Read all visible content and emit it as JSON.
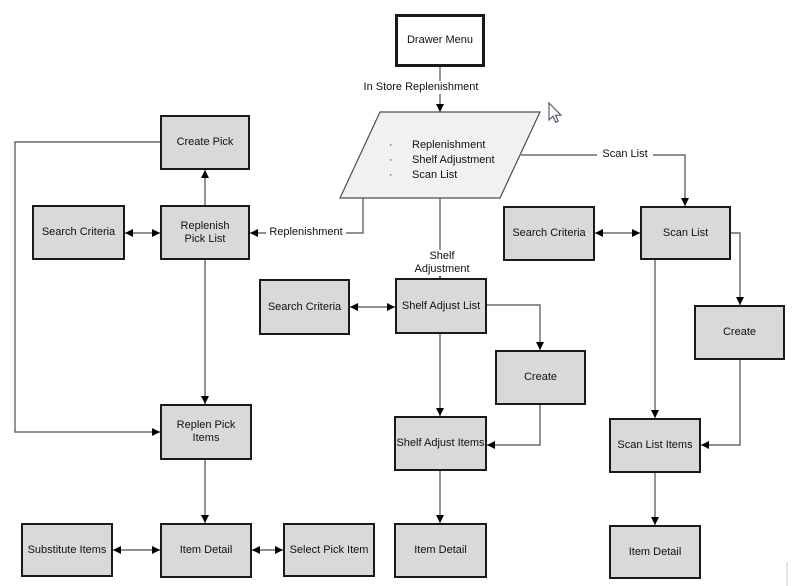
{
  "nodes": {
    "drawer_menu": "Drawer Menu",
    "create_pick": "Create Pick",
    "search_criteria_left": "Search Criteria",
    "replenish_pick_list": "Replenish Pick List",
    "search_criteria_mid": "Search Criteria",
    "shelf_adjust_list": "Shelf Adjust List",
    "search_criteria_right": "Search Criteria",
    "scan_list": "Scan List",
    "create_mid": "Create",
    "create_right": "Create",
    "replen_pick_items": "Replen Pick Items",
    "shelf_adjust_items": "Shelf Adjust Items",
    "scan_list_items": "Scan List Items",
    "item_detail_left": "Item Detail",
    "item_detail_mid": "Item Detail",
    "item_detail_right": "Item Detail",
    "substitute_items": "Substitute Items",
    "select_pick_item": "Select Pick Item"
  },
  "menu_shape": {
    "bullet": "·",
    "items": [
      "Replenishment",
      "Shelf Adjustment",
      "Scan List"
    ]
  },
  "edge_labels": {
    "in_store_replenishment": "In Store Replenishment",
    "replenishment": "Replenishment",
    "shelf_adjustment": "Shelf Adjustment",
    "scan_list": "Scan List"
  },
  "colors": {
    "node_fill": "#d9d9d9",
    "node_border": "#1a1a1a",
    "drawer_menu_fill": "#ffffff",
    "parallelogram_fill": "#f1f1f1",
    "connector": "#4d4d4d",
    "arrowhead": "#000000"
  }
}
